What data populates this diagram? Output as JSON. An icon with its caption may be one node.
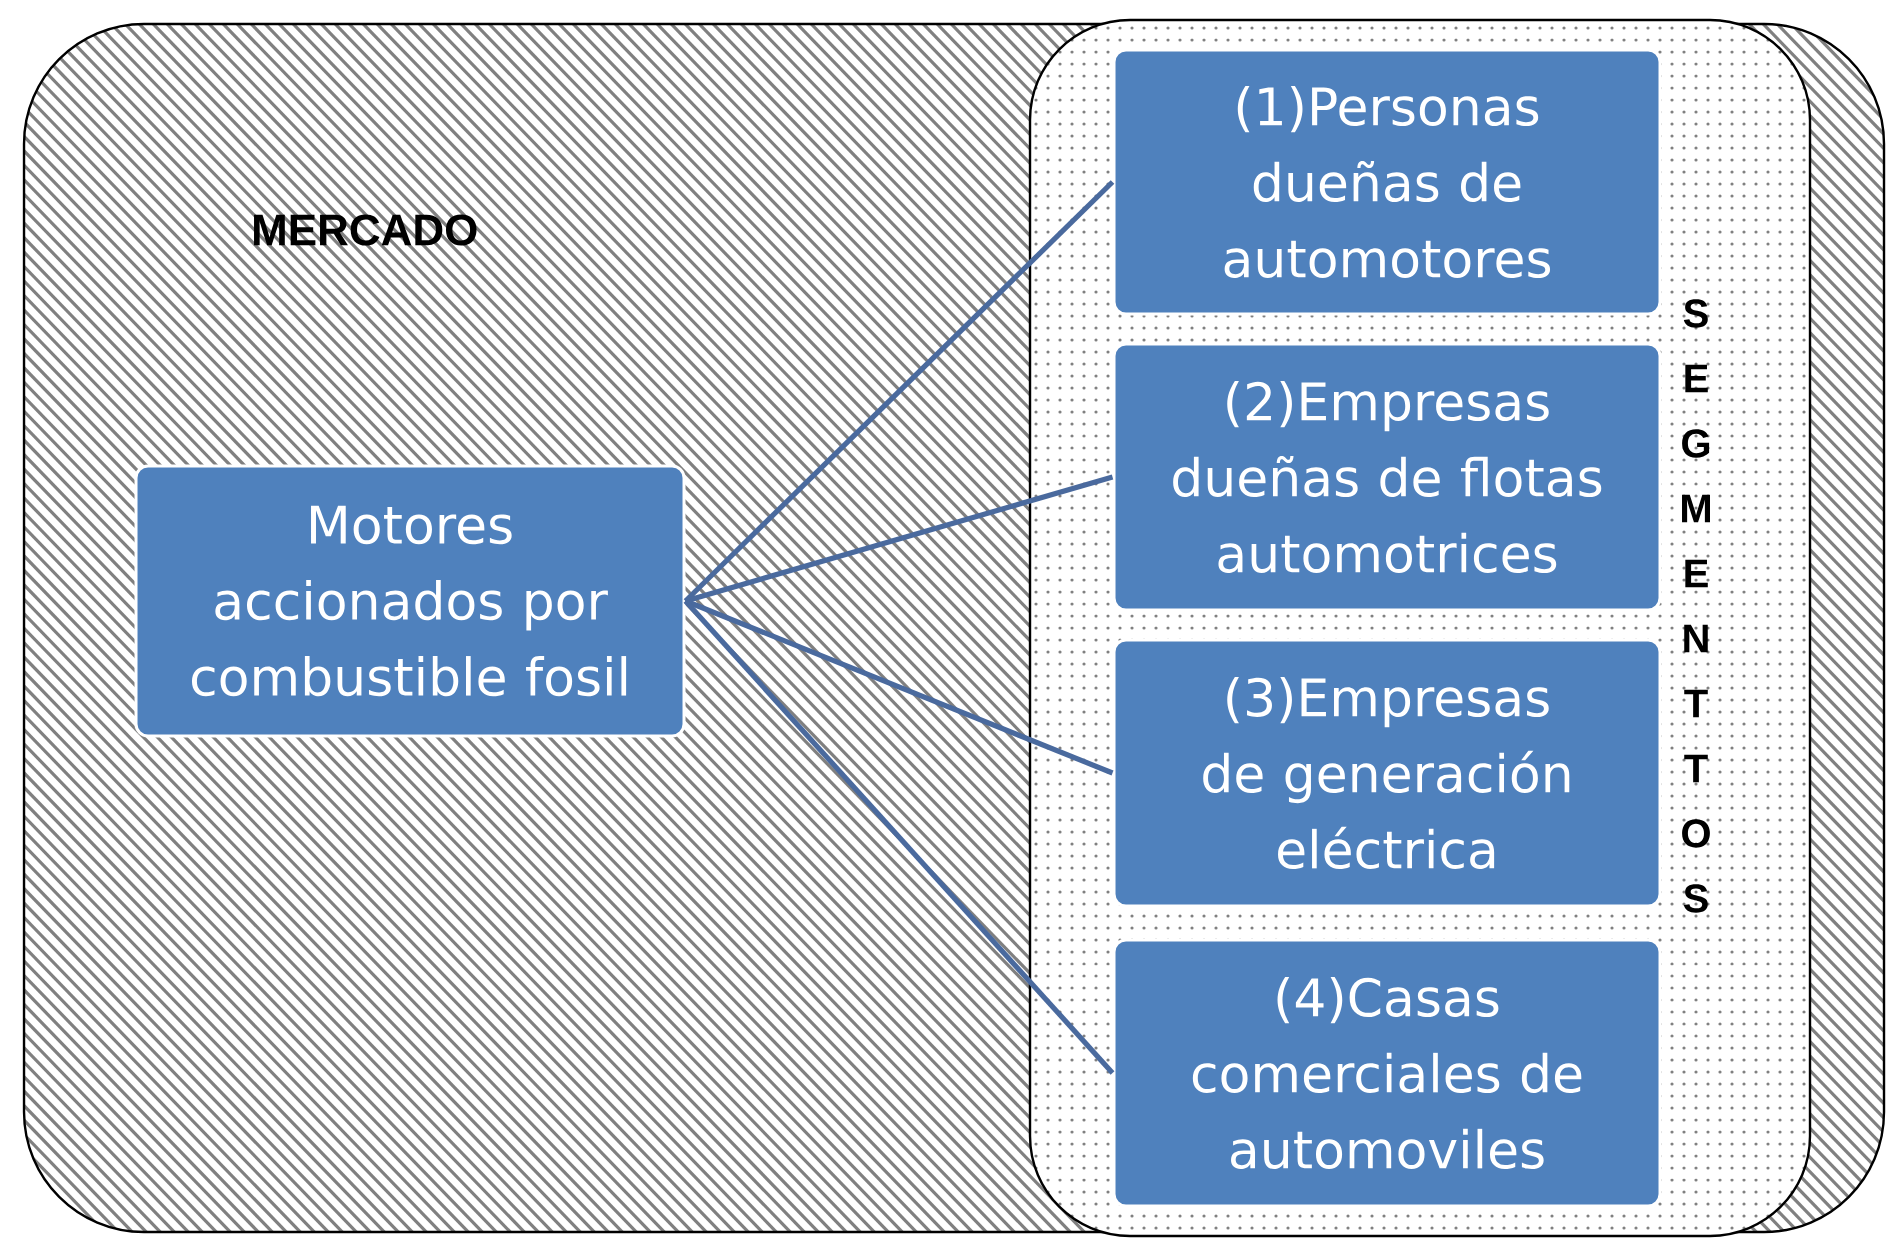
{
  "diagram": {
    "nodes": [
      {
        "text": [
          "MERCADO"
        ]
      },
      {
        "text": [
          "Motores accionados por combustible fosil"
        ],
        "in": 0
      },
      {
        "text": [
          "SEGMENTTOS"
        ],
        "in": 0
      },
      {
        "text": [
          "(1)Personas dueñas de automotores"
        ],
        "in": 2
      },
      {
        "text": [
          "(2)Empresas dueñas de flotas automotrices"
        ],
        "in": 2
      },
      {
        "text": [
          "(3)Empresas de generación eléctrica"
        ],
        "in": 2
      },
      {
        "text": [
          "(4)Casas comerciales de automoviles"
        ],
        "in": 2
      }
    ],
    "edges": [
      {
        "from": 1,
        "to": 3,
        "arrow": "none"
      },
      {
        "from": 1,
        "to": 4,
        "arrow": "none"
      },
      {
        "from": 1,
        "to": 5,
        "arrow": "none"
      },
      {
        "from": 1,
        "to": 6,
        "arrow": "none"
      }
    ]
  }
}
